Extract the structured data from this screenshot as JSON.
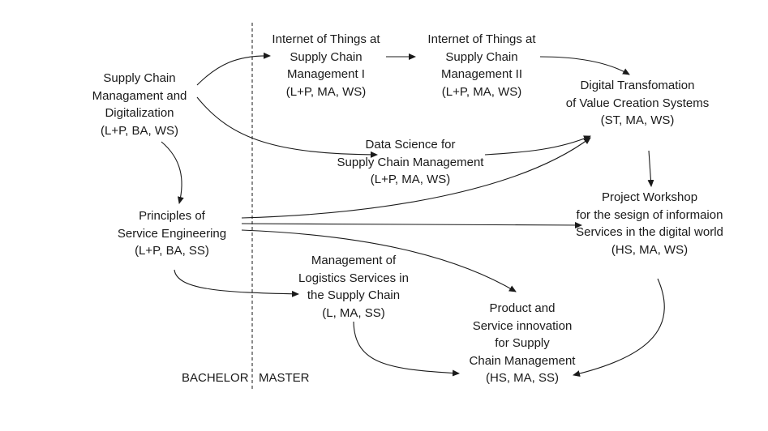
{
  "nodes": [
    {
      "id": "scm-digitalization",
      "lines": [
        "Supply Chain",
        "Managament and",
        "Digitalization",
        "(L+P, BA, WS)"
      ]
    },
    {
      "id": "iot-1",
      "lines": [
        "Internet of Things at",
        "Supply Chain",
        "Management I",
        "(L+P, MA, WS)"
      ]
    },
    {
      "id": "iot-2",
      "lines": [
        "Internet of Things at",
        "Supply Chain",
        "Management II",
        "(L+P, MA, WS)"
      ]
    },
    {
      "id": "digital-transformation",
      "lines": [
        "Digital Transfomation",
        "of Value Creation Systems",
        "(ST, MA, WS)"
      ]
    },
    {
      "id": "data-science",
      "lines": [
        "Data Science for",
        "Supply Chain Management",
        "(L+P, MA, WS)"
      ]
    },
    {
      "id": "service-engineering",
      "lines": [
        "Principles of",
        "Service Engineering",
        "(L+P, BA, SS)"
      ]
    },
    {
      "id": "project-workshop",
      "lines": [
        "Project Workshop",
        "for the sesign of informaion",
        "Services in the digital world",
        "(HS, MA, WS)"
      ]
    },
    {
      "id": "logistics-services",
      "lines": [
        "Management of",
        "Logistics Services in",
        "the Supply Chain",
        "(L, MA, SS)"
      ]
    },
    {
      "id": "product-innovation",
      "lines": [
        "Product and",
        "Service innovation",
        "for Supply",
        "Chain Management",
        "(HS, MA, SS)"
      ]
    }
  ],
  "edges": [
    {
      "from": "scm-digitalization",
      "to": "iot-1"
    },
    {
      "from": "iot-1",
      "to": "iot-2"
    },
    {
      "from": "iot-2",
      "to": "digital-transformation"
    },
    {
      "from": "scm-digitalization",
      "to": "data-science"
    },
    {
      "from": "data-science",
      "to": "digital-transformation"
    },
    {
      "from": "scm-digitalization",
      "to": "service-engineering"
    },
    {
      "from": "service-engineering",
      "to": "digital-transformation"
    },
    {
      "from": "service-engineering",
      "to": "project-workshop"
    },
    {
      "from": "service-engineering",
      "to": "product-innovation"
    },
    {
      "from": "service-engineering",
      "to": "logistics-services"
    },
    {
      "from": "digital-transformation",
      "to": "project-workshop"
    },
    {
      "from": "project-workshop",
      "to": "product-innovation"
    },
    {
      "from": "logistics-services",
      "to": "product-innovation"
    }
  ],
  "divider": {
    "left_label": "BACHELOR",
    "right_label": "MASTER"
  }
}
